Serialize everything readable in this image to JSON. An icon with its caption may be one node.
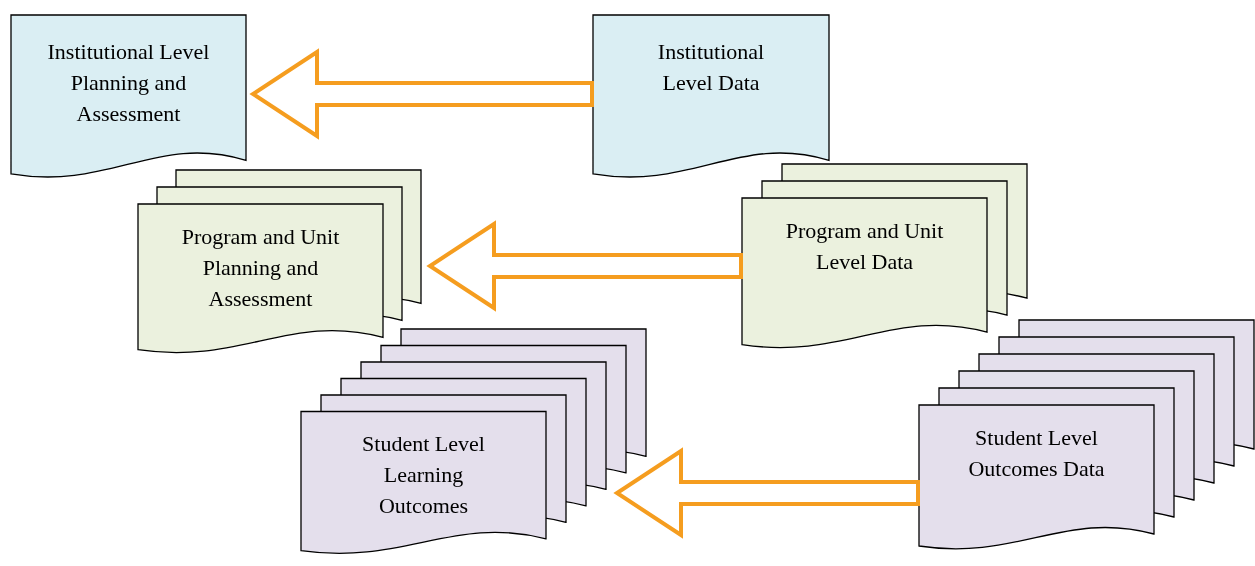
{
  "diagram": {
    "nodes": [
      {
        "text": [
          "Institutional Level Planning and Assessment"
        ]
      },
      {
        "text": [
          "Institutional Level Data"
        ]
      },
      {
        "text": [
          "Program and Unit Planning and Assessment"
        ]
      },
      {
        "text": [
          "Program and Unit Level Data"
        ]
      },
      {
        "text": [
          "Student Level Learning Outcomes"
        ]
      },
      {
        "text": [
          "Student Level Outcomes Data"
        ]
      }
    ],
    "edges": [
      {
        "from": 1,
        "to": 0,
        "arrow": "to",
        "color": "#f59d1f"
      },
      {
        "from": 3,
        "to": 2,
        "arrow": "to",
        "color": "#f59d1f"
      },
      {
        "from": 5,
        "to": 4,
        "arrow": "to",
        "color": "#f59d1f"
      }
    ]
  }
}
